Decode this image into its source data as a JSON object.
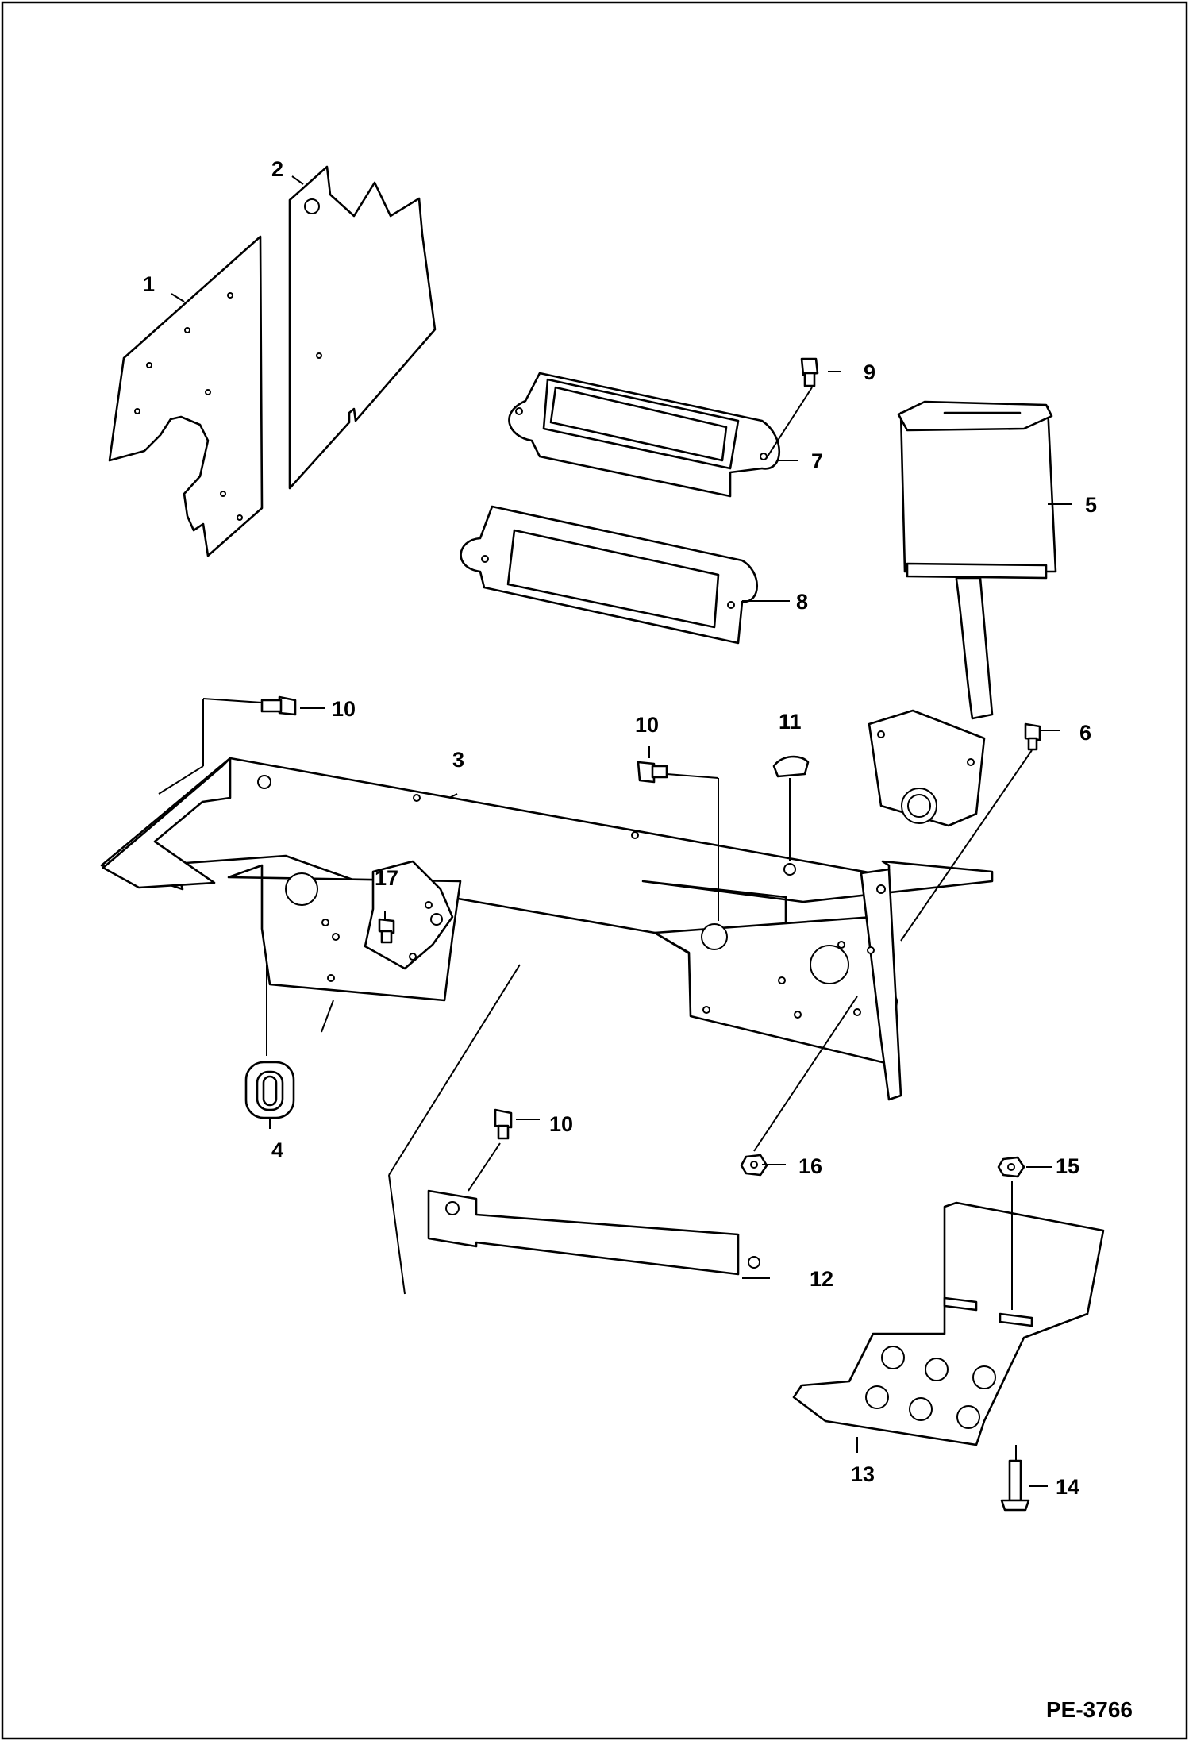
{
  "callouts": {
    "c1": "1",
    "c2": "2",
    "c3": "3",
    "c4": "4",
    "c5": "5",
    "c6": "6",
    "c7": "7",
    "c8": "8",
    "c9": "9",
    "c10a": "10",
    "c10b": "10",
    "c10c": "10",
    "c11": "11",
    "c12": "12",
    "c13": "13",
    "c14": "14",
    "c15": "15",
    "c16": "16",
    "c17": "17"
  },
  "drawing_number": "PE-3766"
}
